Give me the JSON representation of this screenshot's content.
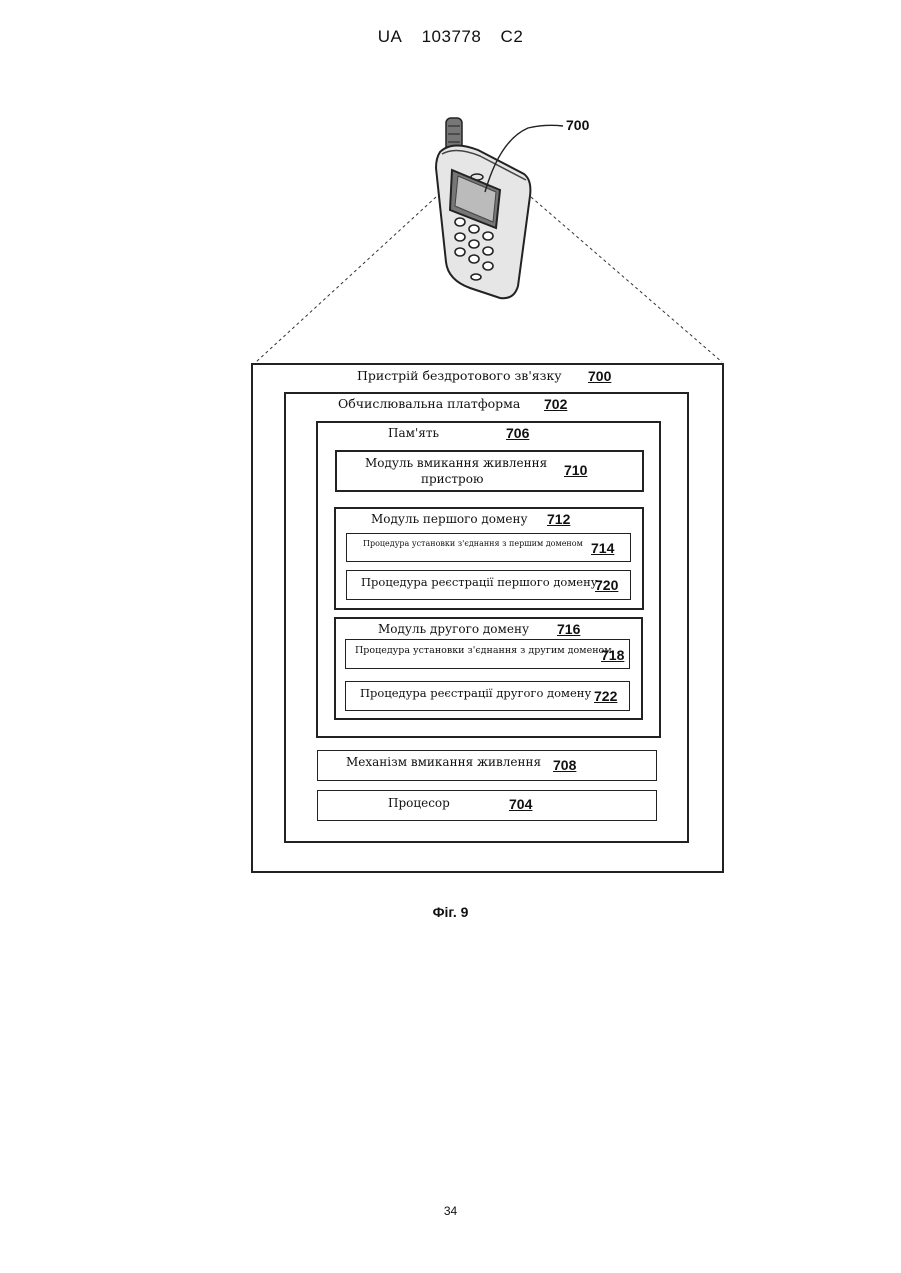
{
  "header": {
    "country": "UA",
    "number": "103778",
    "kind": "C2"
  },
  "phone_ref": "700",
  "device": {
    "label": "Пристрій бездротового зв'язку",
    "ref": "700"
  },
  "platform": {
    "label": "Обчислювальна платформа",
    "ref": "702"
  },
  "memory": {
    "label": "Пам'ять",
    "ref": "706"
  },
  "power_module": {
    "label_line1": "Модуль вмикання живлення",
    "label_line2": "пристрою",
    "ref": "710"
  },
  "first_domain": {
    "label": "Модуль першого домену",
    "ref": "712",
    "connect": {
      "label": "Процедура установки з'єднання з першим доменом",
      "ref": "714"
    },
    "register": {
      "label": "Процедура реєстрації першого домену",
      "ref": "720"
    }
  },
  "second_domain": {
    "label": "Модуль другого домену",
    "ref": "716",
    "connect": {
      "label": "Процедура установки з'єднання з другим доменом",
      "ref": "718"
    },
    "register": {
      "label": "Процедура реєстрації другого домену",
      "ref": "722"
    }
  },
  "power_mechanism": {
    "label": "Механізм вмикання живлення",
    "ref": "708"
  },
  "processor": {
    "label": "Процесор",
    "ref": "704"
  },
  "caption": "Фіг. 9",
  "page_number": "34"
}
